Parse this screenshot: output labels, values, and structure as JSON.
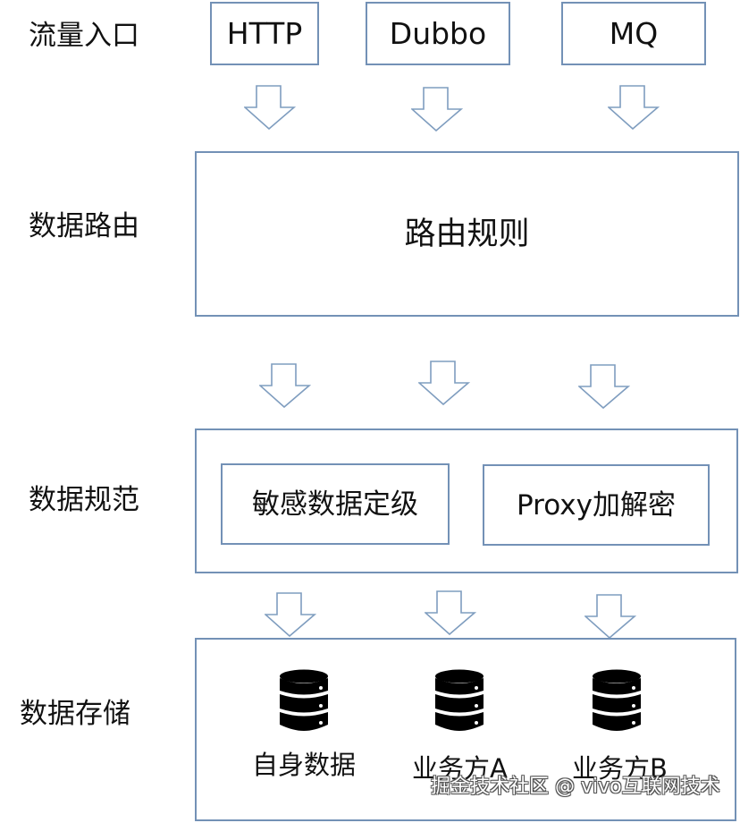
{
  "colors": {
    "box_border": "#7391b6",
    "arrow_outline": "#7f9dbf",
    "text": "#111111",
    "db_icon": "#000000"
  },
  "rows": {
    "entry": "流量入口",
    "routing": "数据路由",
    "standards": "数据规范",
    "storage": "数据存储"
  },
  "entry_points": [
    {
      "label": "HTTP"
    },
    {
      "label": "Dubbo"
    },
    {
      "label": "MQ"
    }
  ],
  "routing": {
    "box_label": "路由规则"
  },
  "standards": {
    "items": [
      {
        "label": "敏感数据定级"
      },
      {
        "label": "Proxy加解密"
      }
    ]
  },
  "storage": {
    "databases": [
      {
        "label": "自身数据",
        "icon": "database-icon"
      },
      {
        "label": "业务方A",
        "icon": "database-icon"
      },
      {
        "label": "业务方B",
        "icon": "database-icon"
      }
    ]
  },
  "arrows": {
    "icon": "down-arrow-icon",
    "count_per_row": 3
  },
  "watermark": "掘金技术社区 @ vivo互联网技术"
}
